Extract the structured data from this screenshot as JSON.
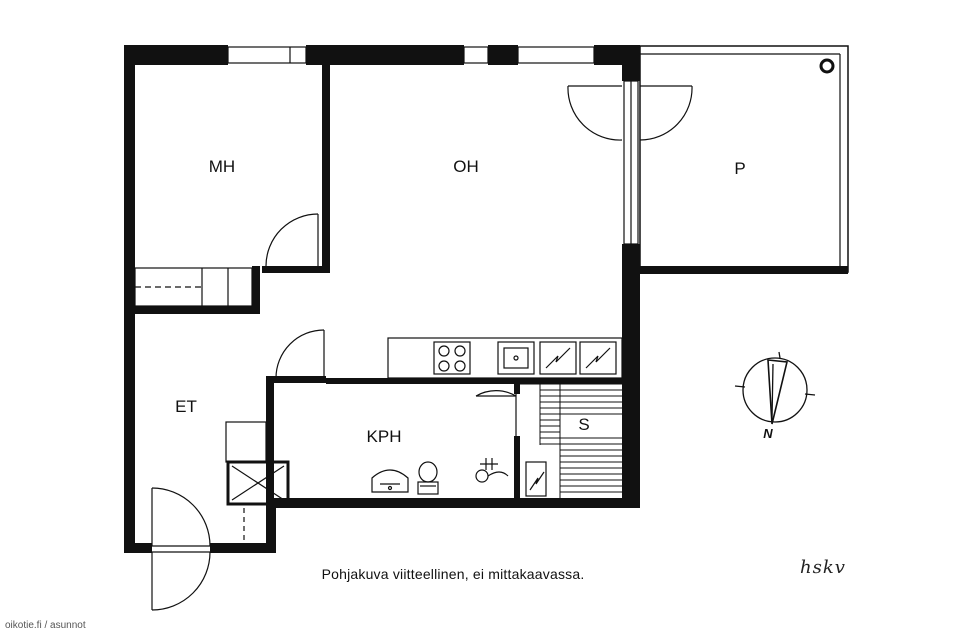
{
  "floorplan": {
    "rooms": {
      "mh": "MH",
      "oh": "OH",
      "p": "P",
      "et": "ET",
      "kph": "KPH",
      "s": "S"
    },
    "compass_label": "N",
    "caption": "Pohjakuva viitteellinen, ei mittakaavassa.",
    "watermark": "oikotie.fi / asunnot",
    "signature": "hskv"
  }
}
